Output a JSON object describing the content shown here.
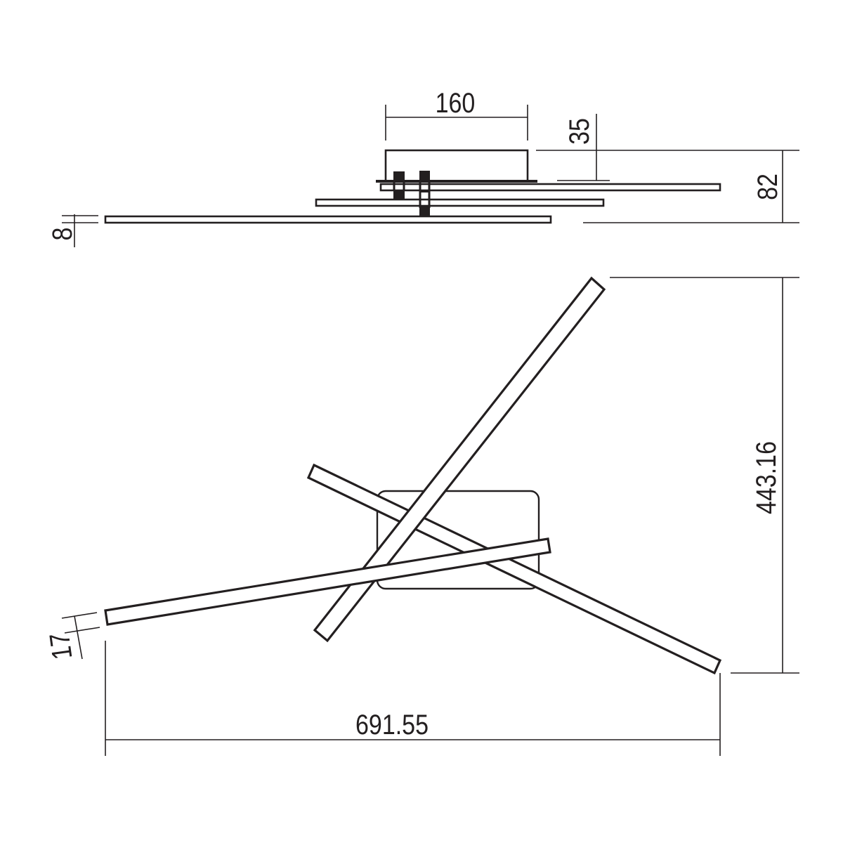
{
  "drawing": {
    "type": "technical dimension drawing",
    "subject": "ceiling lamp with three crossed LED bars",
    "units": "mm",
    "colors": {
      "line": "#231f20",
      "background": "#ffffff"
    },
    "side_view": {
      "dimensions": {
        "base_width": "160",
        "base_height": "35",
        "total_height": "82",
        "bar_thickness": "8"
      }
    },
    "top_view": {
      "dimensions": {
        "total_height": "443.16",
        "total_width": "691.55",
        "bar_width": "17"
      }
    }
  }
}
